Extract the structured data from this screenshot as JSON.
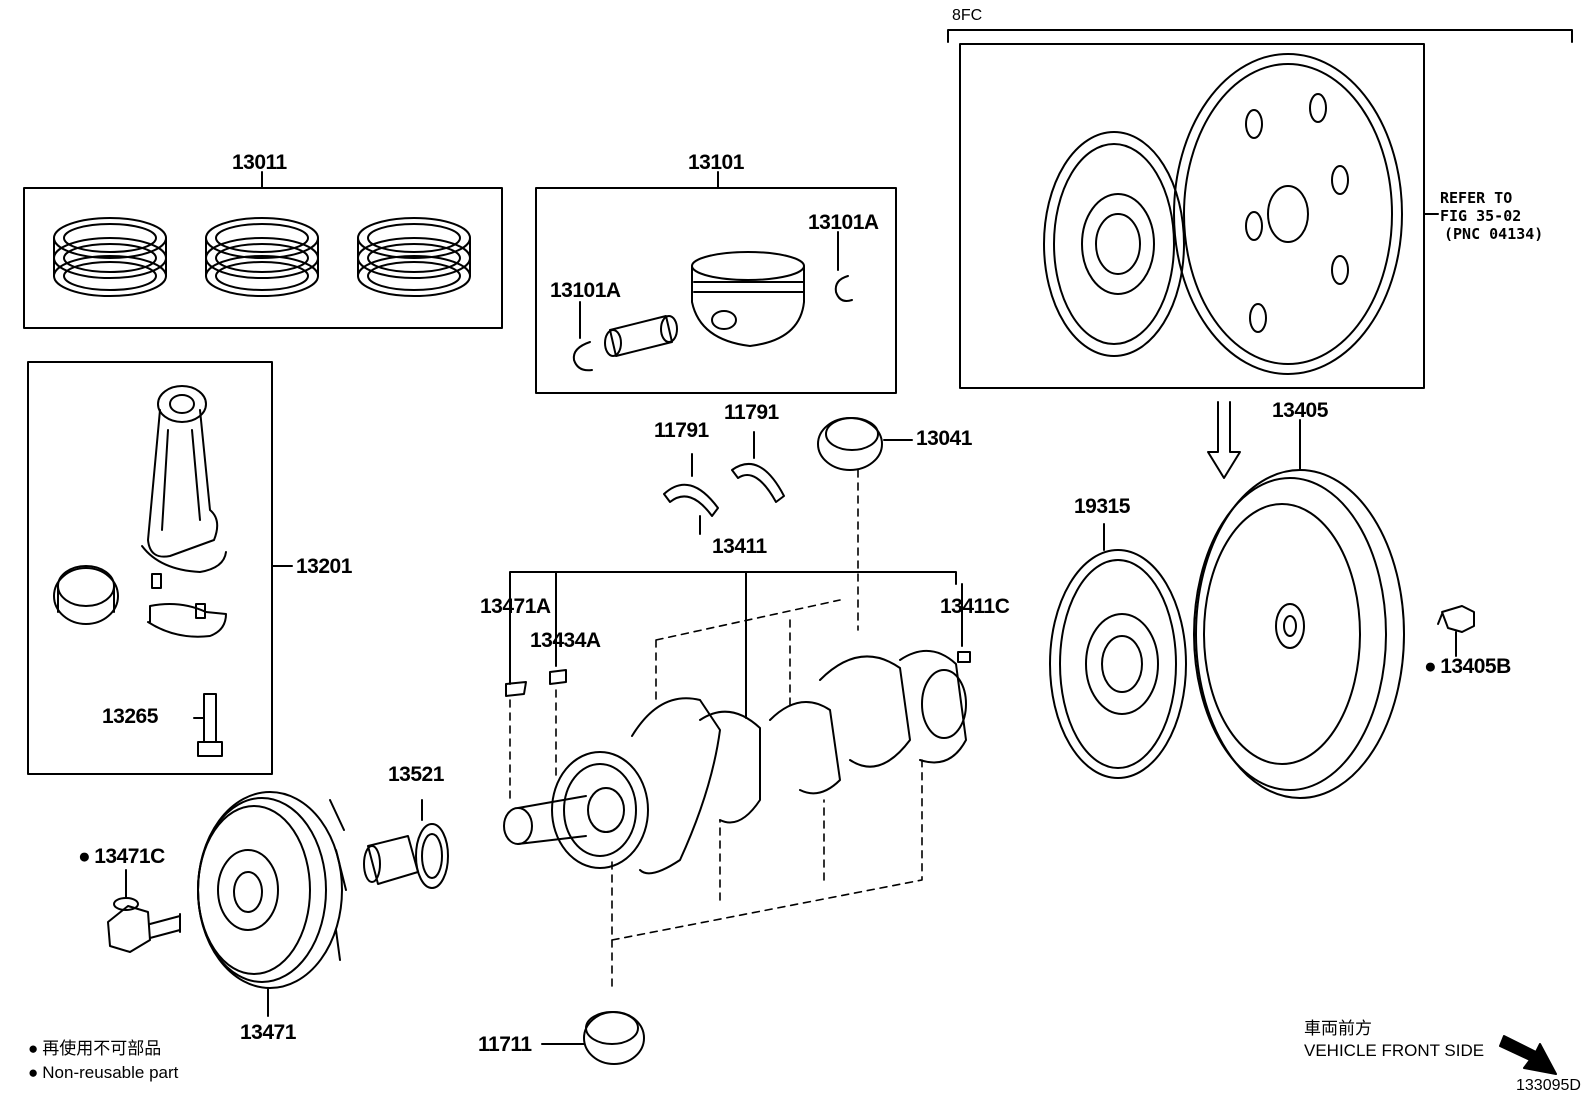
{
  "group_label": "8FC",
  "refer": {
    "line1": "REFER TO",
    "line2": "FIG 35-02",
    "line3": "(PNC 04134)"
  },
  "parts": {
    "p13011": "13011",
    "p13101": "13101",
    "p13101A_right": "13101A",
    "p13101A_left": "13101A",
    "p13201": "13201",
    "p13265": "13265",
    "p11791_left": "11791",
    "p11791_right": "11791",
    "p13041": "13041",
    "p13411": "13411",
    "p13471A": "13471A",
    "p13434A": "13434A",
    "p13411C": "13411C",
    "p19315": "19315",
    "p13405": "13405",
    "p13405B": "13405B",
    "p13521": "13521",
    "p13471C": "13471C",
    "p13471": "13471",
    "p11711": "11711"
  },
  "legend": {
    "jp": "再使用不可部品",
    "en": "Non-reusable part"
  },
  "direction": {
    "jp": "車両前方",
    "en": "VEHICLE FRONT SIDE"
  },
  "figure_id": "133095D"
}
